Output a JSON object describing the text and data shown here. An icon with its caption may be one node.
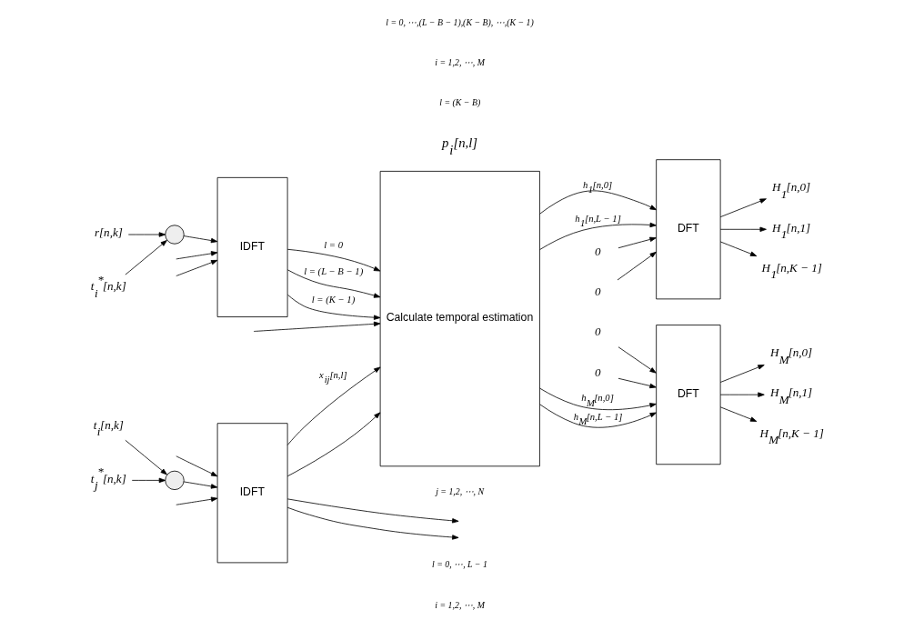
{
  "diagram": {
    "nodes": [
      {
        "text": [
          "r[n,k]"
        ]
      },
      {
        "text": [],
        "shape": "circle"
      },
      {
        "text": [
          "t$_{i}$$^{*}$[n,k]"
        ]
      },
      {
        "text": [
          "IDFT"
        ]
      },
      {
        "text": [
          "Calculate temporal estimation"
        ]
      },
      {
        "text": [
          "DFT"
        ]
      },
      {
        "text": [
          "DFT"
        ]
      },
      {
        "text": [
          "t$_{i}$[n,k]"
        ]
      },
      {
        "text": [],
        "shape": "circle"
      },
      {
        "text": [
          "t$_{j}$$^{*}$[n,k]"
        ]
      },
      {
        "text": [
          "IDFT"
        ]
      },
      {
        "text": [
          "0"
        ]
      },
      {
        "text": [
          "0"
        ]
      },
      {
        "text": [
          "0"
        ]
      },
      {
        "text": [
          "0"
        ]
      },
      {
        "text": [
          "H$_{1}$[n,0]"
        ]
      },
      {
        "text": [
          "H$_{1}$[n,1]"
        ]
      },
      {
        "text": [
          "H$_{1}$[n,K − 1]"
        ]
      },
      {
        "text": [
          "H$_{M}$[n,0]"
        ]
      },
      {
        "text": [
          "H$_{M}$[n,1]"
        ]
      },
      {
        "text": [
          "H$_{M}$[n,K − 1]"
        ]
      }
    ],
    "edges": [
      {
        "from": 0,
        "to": 1,
        "arrow": "to"
      },
      {
        "from": 2,
        "to": 1,
        "arrow": "to"
      },
      {
        "from": null,
        "to": 3,
        "arrow": "to"
      },
      {
        "from": 1,
        "to": 3,
        "arrow": "to"
      },
      {
        "from": null,
        "to": 3,
        "arrow": "to"
      },
      {
        "from": 3,
        "to": 4,
        "arrow": "to",
        "label": "l = 0"
      },
      {
        "from": 3,
        "to": 4,
        "arrow": "to",
        "label": "l = (L − B − 1)"
      },
      {
        "from": null,
        "to": 4,
        "arrow": "to"
      },
      {
        "from": 3,
        "to": 4,
        "arrow": "to",
        "label": "l = (K − 1)"
      },
      {
        "from": 4,
        "to": 5,
        "arrow": "to",
        "label": "h$_{1}$[n,0]"
      },
      {
        "from": 4,
        "to": 5,
        "arrow": "to",
        "label": "h$_{1}$[n,L − 1]"
      },
      {
        "from": 11,
        "to": 5,
        "arrow": "to"
      },
      {
        "from": 12,
        "to": 5,
        "arrow": "to"
      },
      {
        "from": 5,
        "to": 15,
        "arrow": "to"
      },
      {
        "from": 5,
        "to": 16,
        "arrow": "to"
      },
      {
        "from": 5,
        "to": 17,
        "arrow": "to"
      },
      {
        "from": 4,
        "to": 6,
        "arrow": "to",
        "label": "h$_{M}$[n,0]"
      },
      {
        "from": 4,
        "to": 6,
        "arrow": "to",
        "label": "h$_{M}$[n,L − 1]"
      },
      {
        "from": 13,
        "to": 6,
        "arrow": "to"
      },
      {
        "from": 14,
        "to": 6,
        "arrow": "to"
      },
      {
        "from": 6,
        "to": 18,
        "arrow": "to"
      },
      {
        "from": 6,
        "to": 19,
        "arrow": "to"
      },
      {
        "from": 6,
        "to": 20,
        "arrow": "to"
      },
      {
        "from": 10,
        "to": null,
        "arrow": "to"
      },
      {
        "from": 10,
        "to": null,
        "arrow": "to"
      },
      {
        "from": 7,
        "to": 8,
        "arrow": "to"
      },
      {
        "from": 9,
        "to": 8,
        "arrow": "to"
      },
      {
        "from": null,
        "to": 10,
        "arrow": "to"
      },
      {
        "from": 8,
        "to": 10,
        "arrow": "to"
      },
      {
        "from": null,
        "to": 10,
        "arrow": "to"
      },
      {
        "from": 10,
        "to": 4,
        "arrow": "to",
        "label": "x$_{ij}$[n,l]"
      },
      {
        "from": 10,
        "to": 4,
        "arrow": "to"
      }
    ],
    "labels": [
      "p$_{i}$[n,l]",
      "l = 0, ⋯,(L − B − 1),(K − B), ⋯,(K − 1)",
      "i = 1,2, ⋯, M",
      "l = (K − B)",
      "l = 0, ⋯, L − 1",
      "i = 1,2, ⋯, M",
      "j = 1,2, ⋯, N"
    ]
  }
}
